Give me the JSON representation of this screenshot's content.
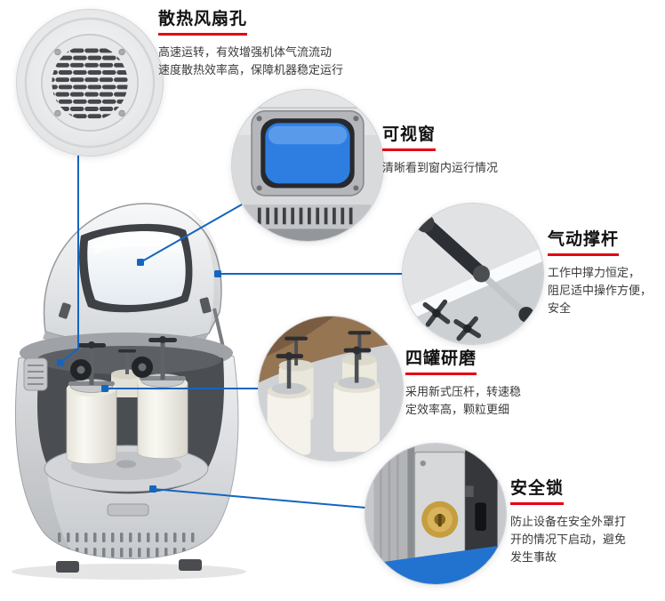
{
  "colors": {
    "page_bg": "#ffffff",
    "connector_line": "#1565c0",
    "title_underline": "#e60012",
    "window_glass_blue": "#2e7ee2",
    "lock_brass": "#c69d3f"
  },
  "machine": {
    "image": "planetary-ball-mill-photo",
    "parts": [
      "dome-cover",
      "viewing-glass",
      "grinding-jars",
      "turntable",
      "vent-grille",
      "front-panel"
    ]
  },
  "callouts": [
    {
      "id": "fan-hole",
      "title": "散热风扇孔",
      "desc": "高速运转，有效增强机体气流流动\n速度散热效率高，保障机器稳定运行",
      "image": "cooling-fan-grille-photo"
    },
    {
      "id": "viewing-window",
      "title": "可视窗",
      "desc": "清晰看到窗内运行情况",
      "image": "viewing-window-photo"
    },
    {
      "id": "gas-strut",
      "title": "气动撑杆",
      "desc": "工作中撑力恒定，\n阻尼适中操作方便，\n安全",
      "image": "gas-strut-photo"
    },
    {
      "id": "four-jar-grinding",
      "title": "四罐研磨",
      "desc": "采用新式压杆，转速稳\n定效率高，颗粒更细",
      "image": "grinding-jars-photo"
    },
    {
      "id": "safety-lock",
      "title": "安全锁",
      "desc": "防止设备在安全外罩打\n开的情况下启动，避免\n发生事故",
      "image": "safety-lock-photo"
    }
  ]
}
